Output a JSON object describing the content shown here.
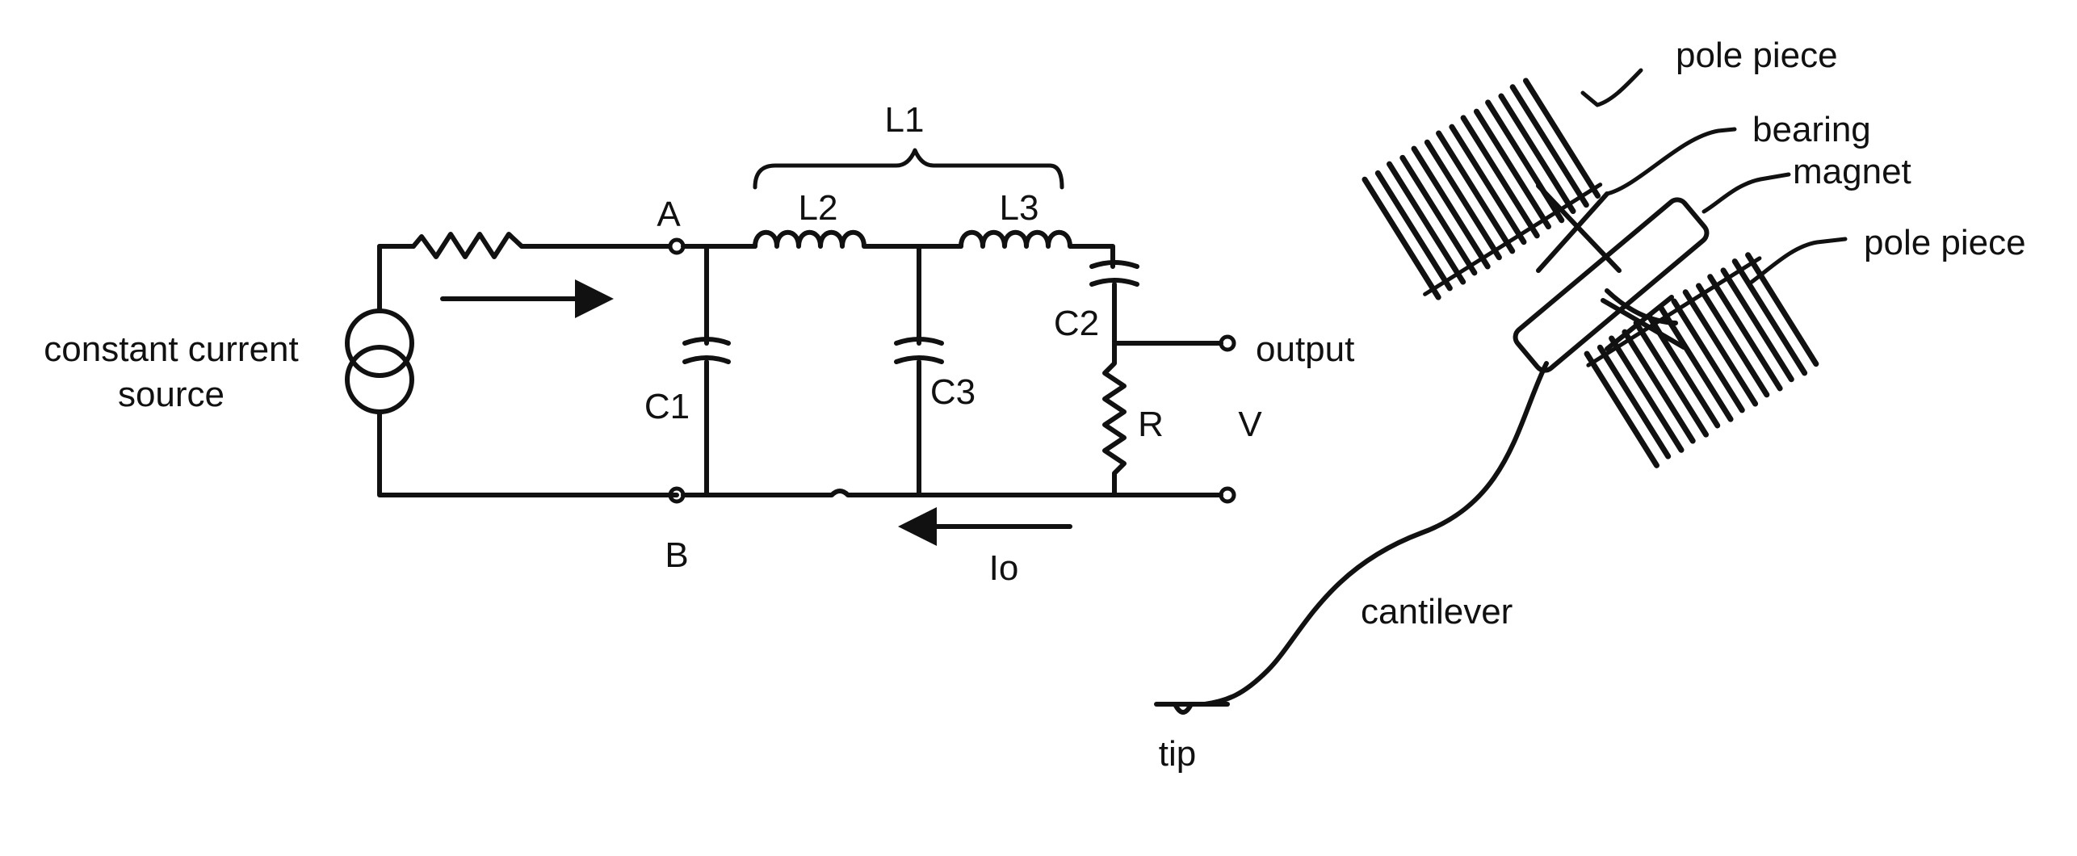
{
  "circuit": {
    "source_label_line1": "constant current",
    "source_label_line2": "source",
    "node_a": "A",
    "node_b": "B",
    "l1": "L1",
    "l2": "L2",
    "l3": "L3",
    "c1": "C1",
    "c2": "C2",
    "c3": "C3",
    "r": "R",
    "output": "output",
    "v": "V",
    "io": "Io"
  },
  "cartridge": {
    "pole_piece_top": "pole piece",
    "bearing": "bearing",
    "magnet": "magnet",
    "pole_piece_right": "pole piece",
    "cantilever": "cantilever",
    "tip": "tip"
  }
}
